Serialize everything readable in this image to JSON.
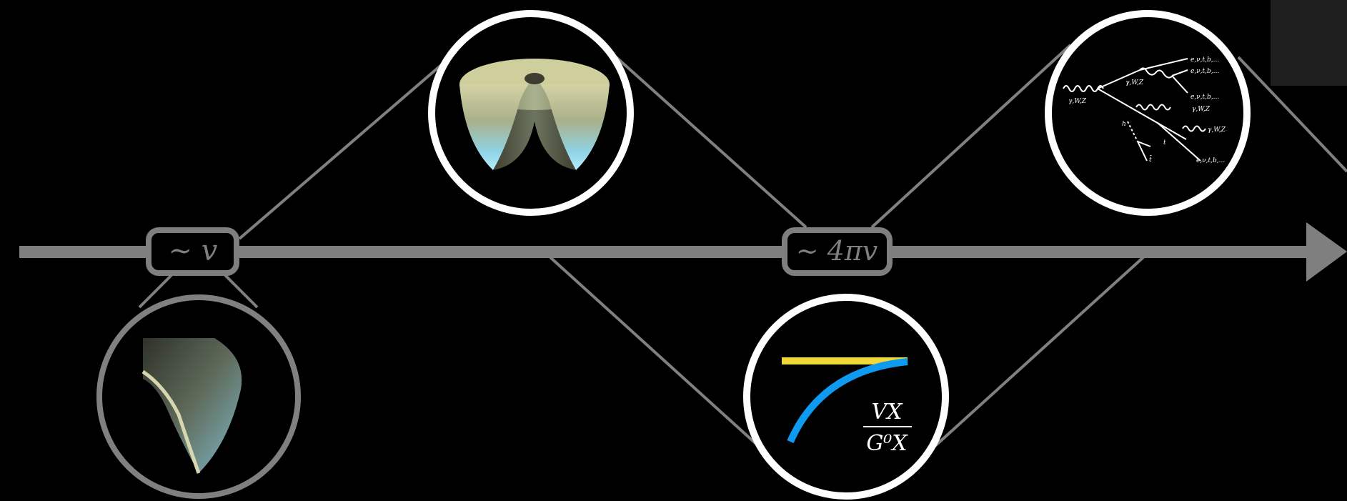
{
  "axis": {
    "scale_label_low": "∼ v",
    "scale_label_high": "∼ 4πv"
  },
  "circles": {
    "vev_inset": {
      "description_icon": "zoomed-potential-icon"
    },
    "mexican_hat": {
      "description_icon": "mexican-hat-potential-icon"
    },
    "feynman": {
      "labels": [
        "γ,W,Z",
        "γ,W,Z",
        "e,ν,t,b,...",
        "e,ν,t,b,...",
        "e,ν,t,b,...",
        "γ,W,Z",
        "γ,W,Z",
        "h",
        "t",
        "t̄",
        "e,ν,t,b,..."
      ]
    },
    "running": {
      "fraction_numerator": "VX",
      "fraction_denominator": "G⁰X",
      "colors": {
        "flat_line": "#f1d83a",
        "curve": "#0e9af0"
      }
    }
  },
  "colors": {
    "background": "#000000",
    "axis": "#7f7f7f",
    "connector": "#808080",
    "circle_ring": "#ffffff",
    "inset_ring": "#808080"
  }
}
